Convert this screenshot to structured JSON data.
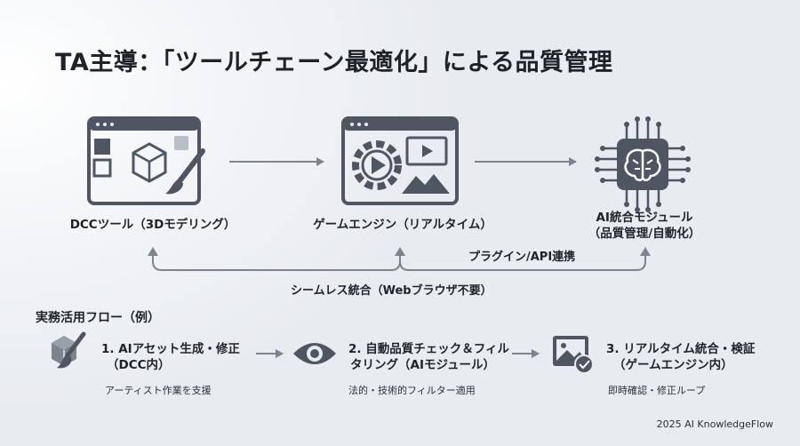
{
  "title": "TA主導：「ツールチェーン最適化」による品質管理",
  "top_flow": {
    "dcc_label": "DCCツール（3Dモデリング）",
    "engine_label": "ゲームエンジン（リアルタイム）",
    "ai_label_line1": "AI統合モジュール",
    "ai_label_line2": "（品質管理/自動化）",
    "plugin_label": "プラグイン/API連携",
    "seamless_label": "シームレス統合（Webブラウザ不要）"
  },
  "section_title": "実務活用フロー（例）",
  "steps": [
    {
      "title_line1": "1. AIアセット生成・修正",
      "title_line2": "（DCC内）",
      "desc": "アーティスト作業を支援"
    },
    {
      "title_line1": "2. 自動品質チェック＆フィル",
      "title_line2": "タリング（AIモジュール）",
      "desc": "法的・技術的フィルター適用"
    },
    {
      "title_line1": "3. リアルタイム統合・検証",
      "title_line2": "（ゲームエンジン内）",
      "desc": "即時確認・修正ループ"
    }
  ],
  "footer": "2025 AI KnowledgeFlow",
  "colors": {
    "icon": "#4f5662",
    "arrow": "#7d848f",
    "text": "#1f2329"
  }
}
